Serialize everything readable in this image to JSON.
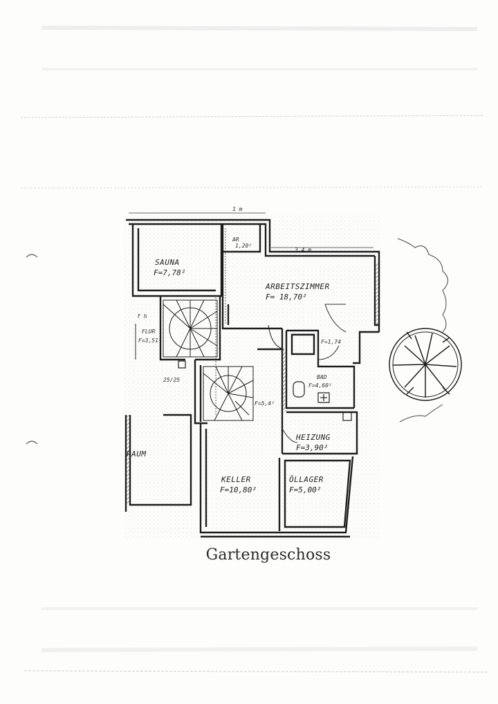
{
  "caption": "Gartengeschoss",
  "rooms": {
    "sauna": {
      "name": "SAUNA",
      "area": "F=7,78²"
    },
    "ar": {
      "name": "AR",
      "area": "1,20²"
    },
    "arbeitszimmer": {
      "name": "ARBEITSZIMMER",
      "area": "F= 18,70²"
    },
    "flur": {
      "name": "FLUR",
      "area": "F=3,51²"
    },
    "wc": {
      "area": "F=1,74"
    },
    "bad": {
      "name": "BAD",
      "area": "F=4,60²"
    },
    "stair_hall": {
      "area": "F=5,4²"
    },
    "heizung": {
      "name": "HEIZUNG",
      "area": "F=3,90²"
    },
    "raum": {
      "name": "RAUM"
    },
    "keller": {
      "name": "KELLER",
      "area": "F=10,80²"
    },
    "oellager": {
      "name": "ÖLLAGER",
      "area": "F=5,00²"
    }
  },
  "dimensions": {
    "top": "1 m",
    "arbeitszimmer_top": "3,4 m",
    "stair_width": "25/25",
    "wall_mark": "f h"
  },
  "colors": {
    "ink": "#1d1d1d",
    "paper": "#fdfdfc"
  }
}
